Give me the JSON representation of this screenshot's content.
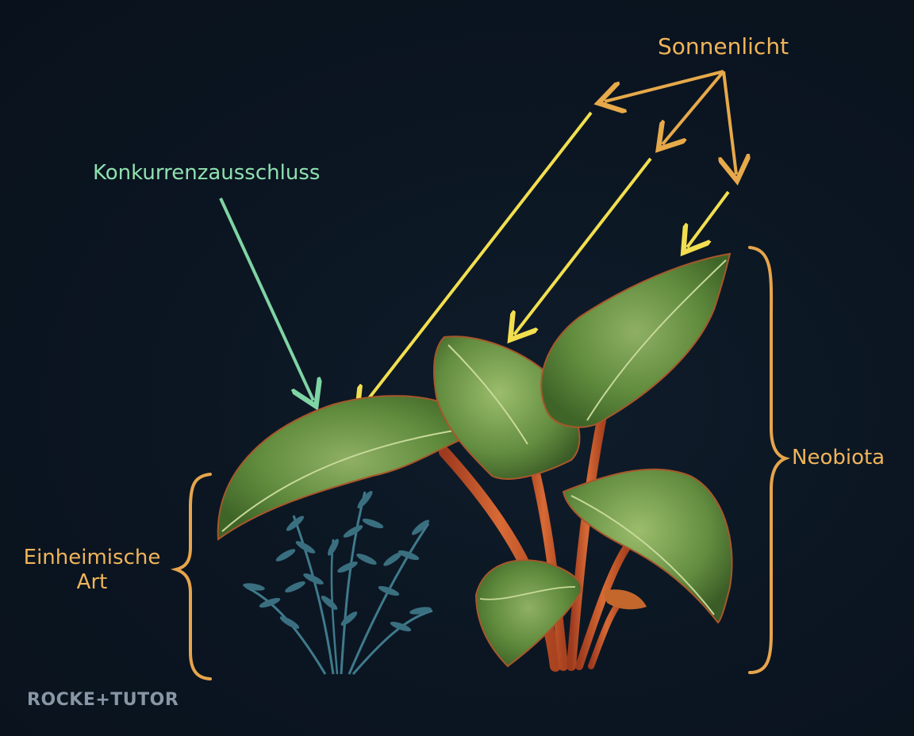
{
  "labels": {
    "sunlight": "Sonnenlicht",
    "competitive_exclusion": "Konkurrenzausschluss",
    "neobiota": "Neobiota",
    "native_species_line1": "Einheimische",
    "native_species_line2": "Art"
  },
  "logo": {
    "text": "ROCKE+TUTOR"
  },
  "colors": {
    "background": "#0b1420",
    "sunlight_label": "#f0b45a",
    "sun_arrow_orange": "#e7a94a",
    "sun_arrow_yellow": "#f2df4f",
    "competition_label": "#8fe0b0",
    "competition_arrow": "#7fd4a4",
    "bracket": "#e6a54c",
    "neobiota_label": "#f0b45a",
    "native_label": "#f0b45a",
    "leaf_green": "#5f8a3c",
    "stem_red": "#c4532a",
    "native_plant": "#3f7a8c"
  }
}
